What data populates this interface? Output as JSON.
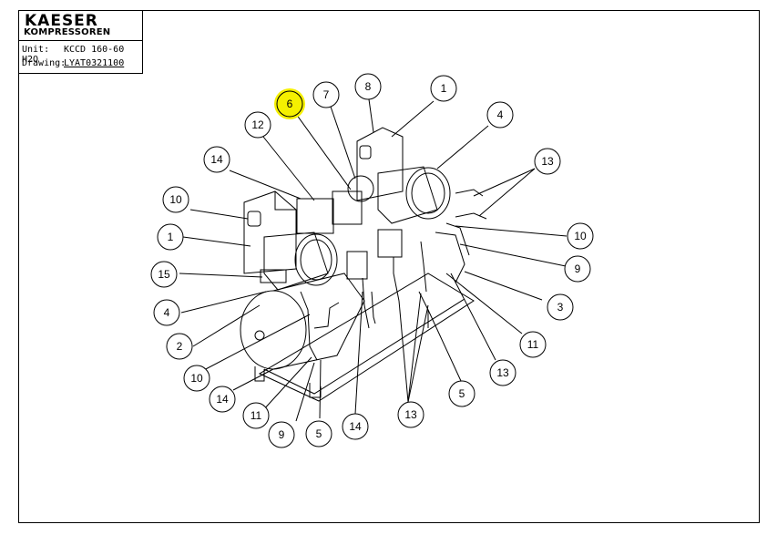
{
  "title_block": {
    "brand": "KAESER",
    "brand_sub": "KOMPRESSOREN",
    "unit_label": "Unit:",
    "unit_value": "KCCD 160-60 H2O",
    "drawing_label": "Drawing:",
    "drawing_value": "LYAT0321100"
  },
  "highlight_color": "#f5f000",
  "callouts": [
    "6",
    "7",
    "8",
    "1",
    "4",
    "12",
    "14",
    "13",
    "10",
    "1",
    "10",
    "9",
    "15",
    "3",
    "4",
    "2",
    "11",
    "10",
    "13",
    "14",
    "5",
    "11",
    "13",
    "9",
    "5",
    "14"
  ]
}
